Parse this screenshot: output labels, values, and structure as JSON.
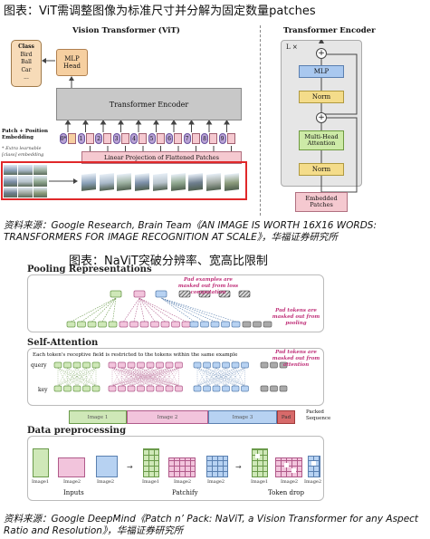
{
  "fig1": {
    "title": "图表：ViT需调整图像为标准尺寸并分解为固定数量patches",
    "vit_label": "Vision Transformer (ViT)",
    "class_box": {
      "title": "Class",
      "items": [
        "Bird",
        "Ball",
        "Car",
        "..."
      ]
    },
    "mlp_head": "MLP Head",
    "transformer_encoder": "Transformer Encoder",
    "patch_pos_label": "Patch + Position Embedding",
    "extra_learnable": "* Extra learnable [class] embedding",
    "position_tokens": [
      "0*",
      "1",
      "2",
      "3",
      "4",
      "5",
      "6",
      "7",
      "8",
      "9"
    ],
    "linear_projection": "Linear Projection of Flattened Patches",
    "encoder_detail": {
      "title": "Transformer Encoder",
      "lx": "L ×",
      "mlp": "MLP",
      "norm_top": "Norm",
      "attention": "Multi-Head Attention",
      "norm_bottom": "Norm",
      "embedded_patches": "Embedded Patches",
      "plus": "+"
    },
    "source": "资料来源：Google Research, Brain Team《AN IMAGE IS WORTH 16X16 WORDS: TRANSFORMERS FOR IMAGE RECOGNITION AT SCALE》，华福证券研究所"
  },
  "fig2": {
    "title": "图表：NaViT突破分辨率、宽高比限制",
    "pooling": "Pooling Representations",
    "pad_examples_note": "Pad examples are masked out from loss computation",
    "pad_tokens_pooling_note": "Pad tokens are masked out from pooling",
    "self_attention": "Self-Attention",
    "receptive_text": "Each token's receptive field is restricted to the tokens within the same example",
    "query": "query",
    "key": "key",
    "pad_tokens_attention_note": "Pad tokens are masked out from attention",
    "packed_segments": [
      "Image 1",
      "Image 2",
      "Image 3",
      "Pad"
    ],
    "packed_sequence": "Packed Sequence",
    "data_preprocessing": "Data preprocessing",
    "image_labels": [
      "Image1",
      "Image2",
      "Image2",
      "Image1",
      "Image2",
      "Image2",
      "Image1",
      "Image2",
      "Image2"
    ],
    "stage_labels": [
      "Inputs",
      "Patchify",
      "Token drop"
    ],
    "source": "资料来源：Google DeepMind《Patch n’ Pack: NaViT, a Vision Transformer for any Aspect Ratio and Resolution》，华福证券研究所"
  },
  "colors": {
    "encoder_gray": "#c8c8c8",
    "mlp_head": "#f6cfa0",
    "class_box": "#f7dbb8",
    "linear_proj": "#f5c9d0",
    "pos_token": "#b9a3d6",
    "attention_green": "#cdeaa7",
    "norm_yellow": "#f4dc8a",
    "mlp_blue": "#a9c8ef",
    "highlight_red": "#e0282a",
    "image1_green": "#cfe8b8",
    "image2_pink": "#f2c4dc",
    "image3_blue": "#b7d2f2",
    "pad_red": "#d76a6a",
    "note_magenta": "#c0327a"
  }
}
